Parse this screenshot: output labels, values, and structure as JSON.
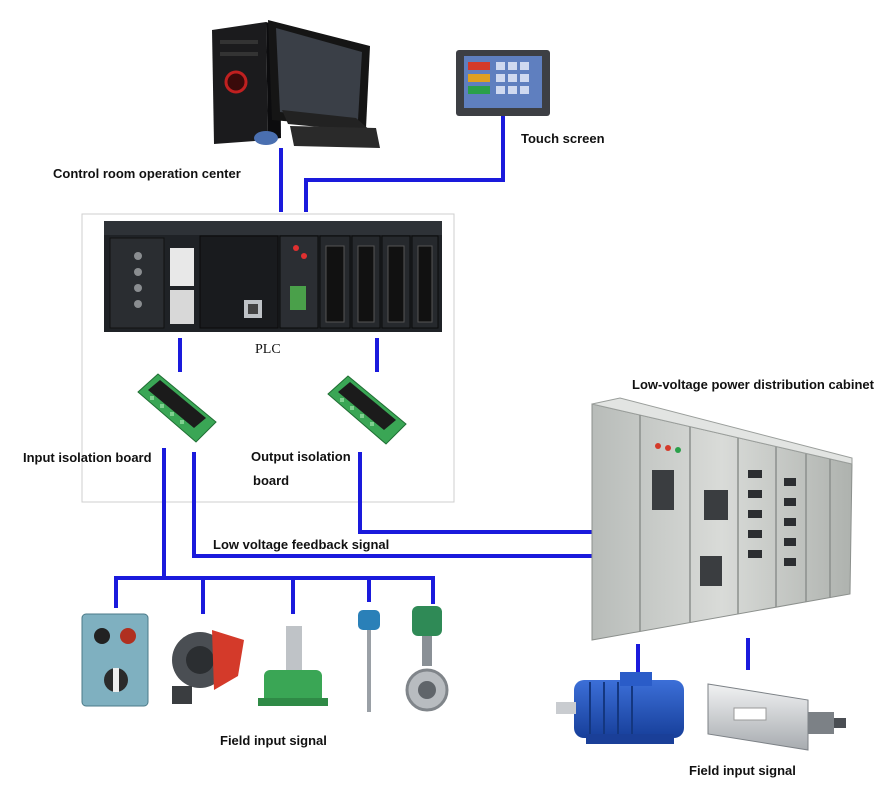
{
  "labels": {
    "control_room": "Control room operation center",
    "touch_screen": "Touch screen",
    "plc": "PLC",
    "input_isolation_board": "Input isolation board",
    "output_isolation_line1": "Output isolation",
    "output_isolation_line2": "board",
    "power_cabinet": "Low-voltage power distribution cabinet",
    "feedback_signal": "Low voltage feedback signal",
    "field_input_left": "Field input signal",
    "field_input_right": "Field input signal"
  },
  "colors": {
    "connection_line": "#1a1adc",
    "plc_body": "#1f2226",
    "cabinet_body": "#c9ccc9",
    "terminal_board": "#3aa655"
  }
}
